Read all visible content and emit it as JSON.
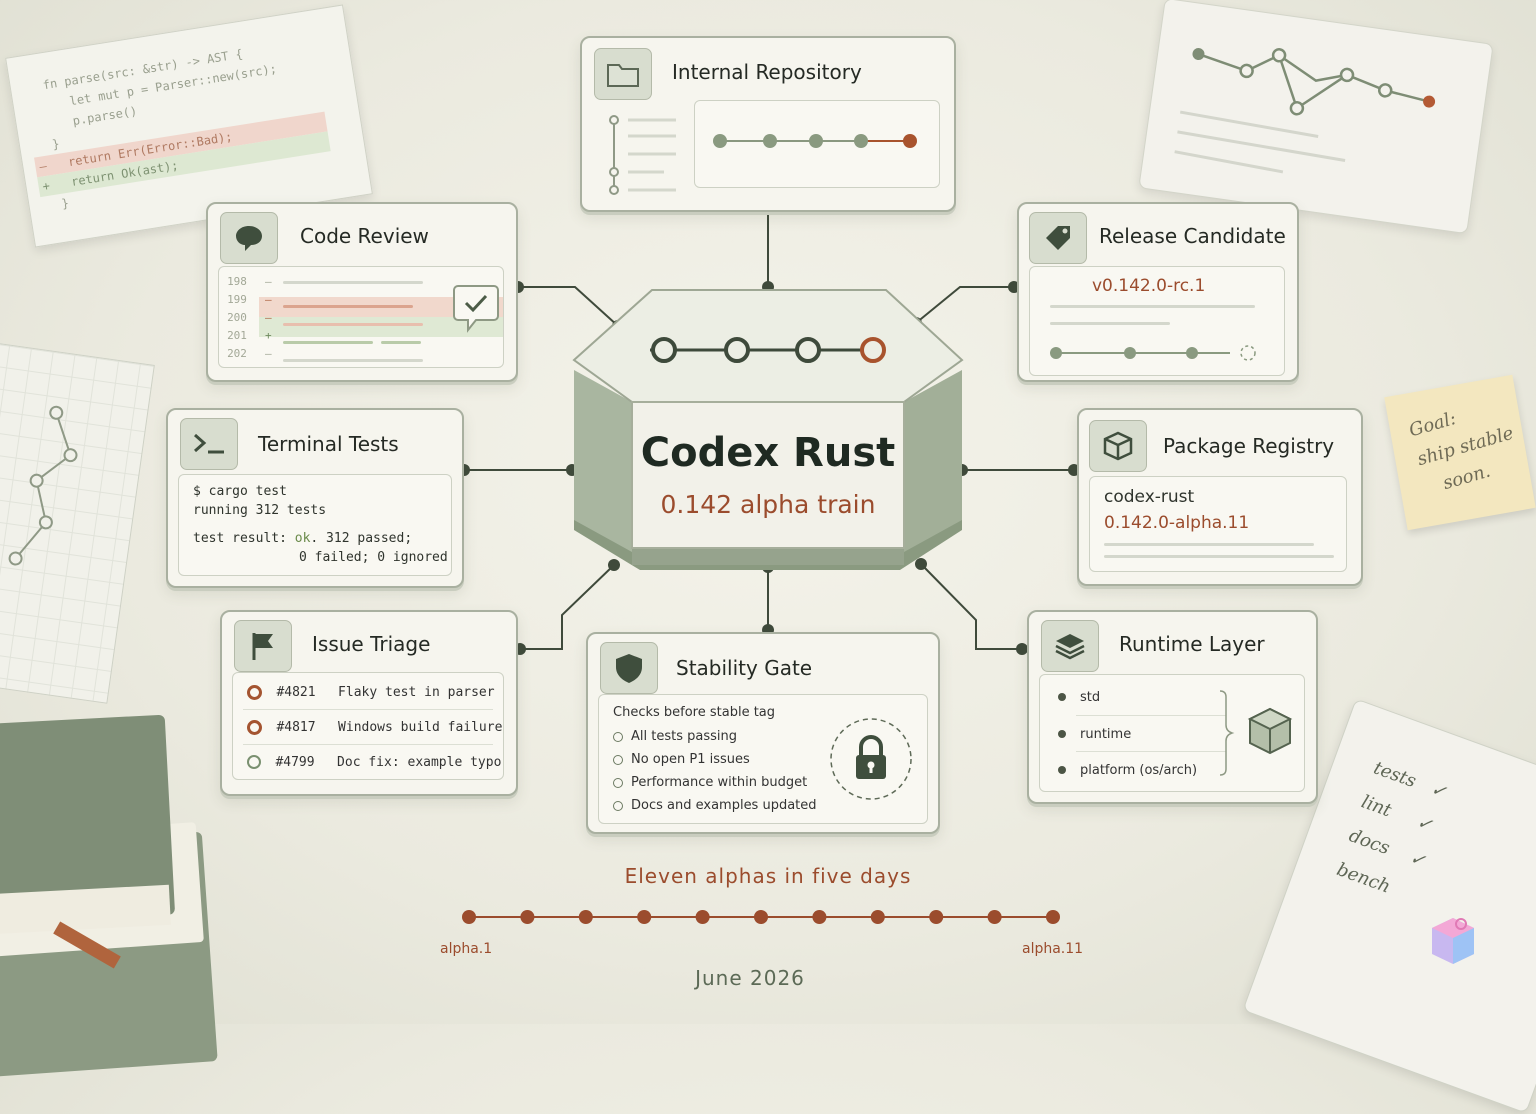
{
  "hub": {
    "title": "Codex Rust",
    "subtitle": "0.142 alpha train"
  },
  "repository": {
    "title": "Internal Repository"
  },
  "code_review": {
    "title": "Code Review",
    "line_numbers": [
      "198",
      "199",
      "200",
      "201",
      "202"
    ],
    "markers": [
      "–",
      "–",
      "–",
      "+",
      "–"
    ]
  },
  "release": {
    "title": "Release Candidate",
    "version": "v0.142.0-rc.1"
  },
  "terminal": {
    "title": "Terminal Tests",
    "lines": [
      "$ cargo test",
      "running 312 tests"
    ],
    "result_prefix": "test result: ",
    "result_ok": "ok",
    "result_rest": ". 312 passed;",
    "result_line2": "0 failed; 0 ignored"
  },
  "registry": {
    "title": "Package Registry",
    "package": "codex-rust",
    "version": "0.142.0-alpha.11"
  },
  "triage": {
    "title": "Issue Triage",
    "issues": [
      {
        "id": "#4821",
        "text": "Flaky test in parser"
      },
      {
        "id": "#4817",
        "text": "Windows build failure"
      },
      {
        "id": "#4799",
        "text": "Doc fix: example typo"
      }
    ]
  },
  "stability": {
    "title": "Stability Gate",
    "heading": "Checks before stable tag",
    "checks": [
      "All tests passing",
      "No open P1 issues",
      "Performance within budget",
      "Docs and examples updated"
    ]
  },
  "runtime": {
    "title": "Runtime Layer",
    "layers": [
      "std",
      "runtime",
      "platform (os/arch)"
    ]
  },
  "timeline": {
    "caption": "Eleven alphas in five days",
    "start_label": "alpha.1",
    "end_label": "alpha.11",
    "date": "June 2026",
    "count": 11
  },
  "deco": {
    "code_lines": [
      "fn parse(src: &str) -> AST {",
      "let mut p = Parser::new(src);",
      "p.parse()",
      "}",
      "return Err(Error::Bad);",
      "return Ok(ast);",
      "}"
    ],
    "code_markers": [
      "–",
      "+"
    ],
    "sticky_note": [
      "Goal:",
      "ship stable",
      "soon."
    ],
    "checklist": [
      "tests",
      "lint",
      "docs",
      "bench"
    ]
  },
  "colors": {
    "accent_rust": "#9b4c2d",
    "sage": "#6f8067",
    "border": "#a9b0a0",
    "paper": "#f6f5ee"
  }
}
